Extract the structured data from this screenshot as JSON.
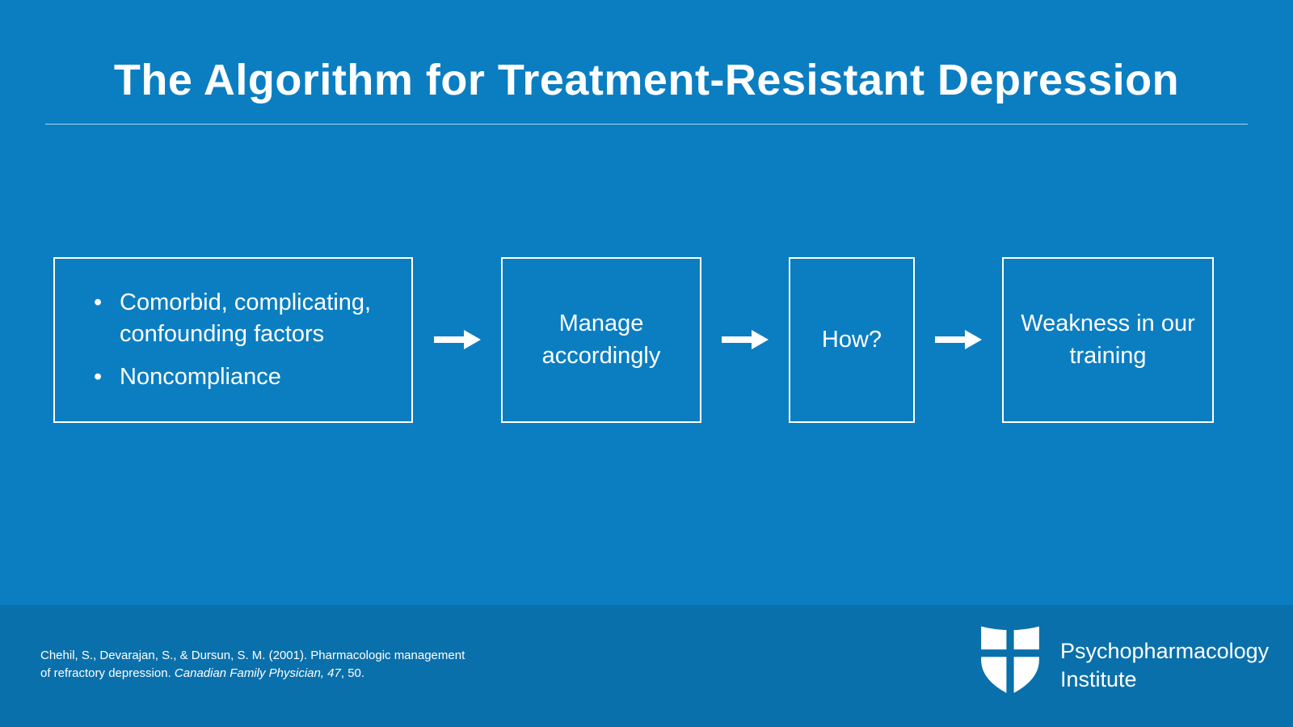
{
  "colors": {
    "bg": "#0b7ec2",
    "footer_bg": "#0a70ab",
    "text": "#ffffff"
  },
  "header": {
    "title": "The Algorithm for Treatment-Resistant Depression"
  },
  "diagram": {
    "boxes": [
      {
        "bullets": [
          "Comorbid, complicating, confounding factors",
          "Noncompliance"
        ]
      },
      {
        "label": "Manage accordingly"
      },
      {
        "label": "How?"
      },
      {
        "label": "Weakness in our training"
      }
    ],
    "arrow_icon": "arrow-right"
  },
  "footer": {
    "citation": {
      "line1": "Chehil, S., Devarajan, S., & Dursun, S. M. (2001). Pharmacologic management",
      "line2_start": "of refractory depression. ",
      "line2_italic": "Canadian Family Physician, 47",
      "line2_end": ", 50."
    },
    "brand": {
      "line1": "Psychopharmacology",
      "line2": "Institute"
    }
  }
}
